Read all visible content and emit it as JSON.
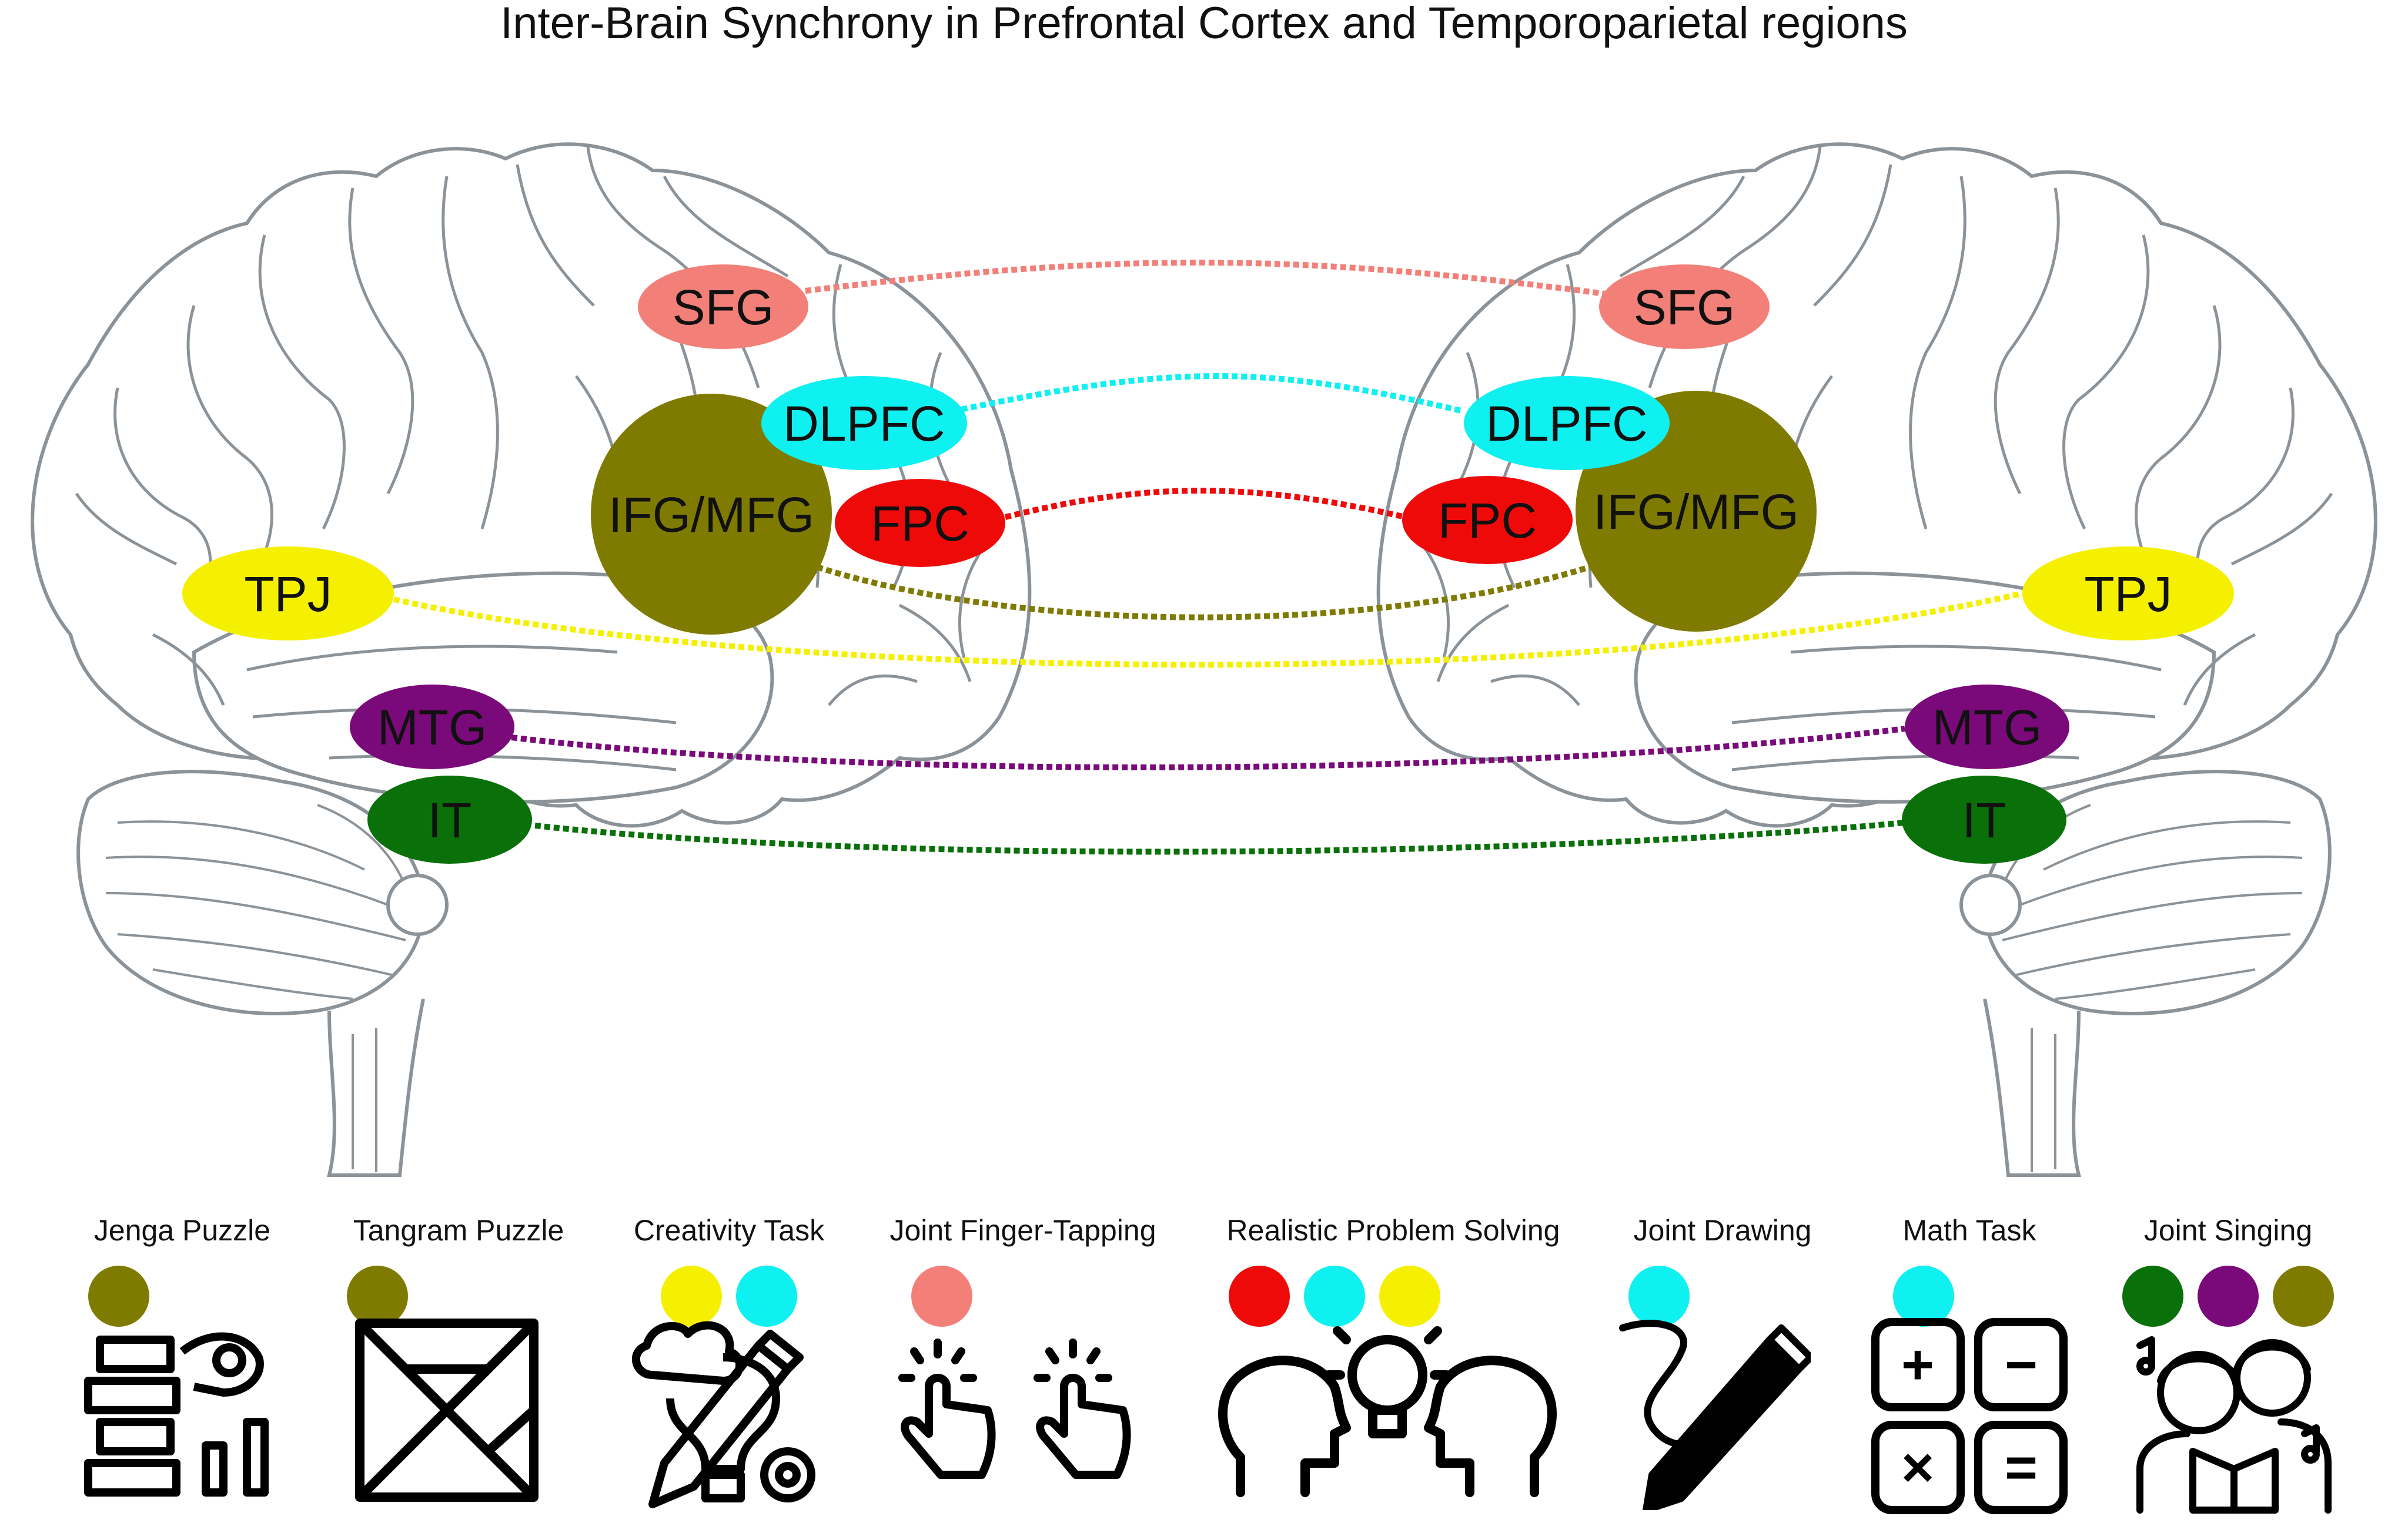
{
  "title": "Inter-Brain Synchrony in Prefrontal Cortex and Temporoparietal regions",
  "colors": {
    "SFG": "#f28079",
    "DLPFC": "#0ff0f0",
    "FPC": "#ef0a0a",
    "IFG_MFG": "#7f7b00",
    "TPJ": "#f5f000",
    "MTG": "#7a0a7a",
    "IT": "#0a700a",
    "brain_outline": "#8b9399"
  },
  "regions": {
    "SFG": "SFG",
    "DLPFC": "DLPFC",
    "FPC": "FPC",
    "IFG_MFG": "IFG/MFG",
    "TPJ": "TPJ",
    "MTG": "MTG",
    "IT": "IT"
  },
  "legend": [
    {
      "label": "Jenga Puzzle",
      "regions": [
        "IFG_MFG"
      ],
      "icon": "jenga-icon"
    },
    {
      "label": "Tangram Puzzle",
      "regions": [
        "IFG_MFG"
      ],
      "icon": "tangram-icon"
    },
    {
      "label": "Creativity Task",
      "regions": [
        "TPJ",
        "DLPFC"
      ],
      "icon": "creativity-icon"
    },
    {
      "label": "Joint Finger-Tapping",
      "regions": [
        "SFG"
      ],
      "icon": "finger-tap-icon"
    },
    {
      "label": "Realistic Problem Solving",
      "regions": [
        "FPC",
        "DLPFC",
        "TPJ"
      ],
      "icon": "problem-solving-icon"
    },
    {
      "label": "Joint Drawing",
      "regions": [
        "DLPFC"
      ],
      "icon": "drawing-icon"
    },
    {
      "label": "Math Task",
      "regions": [
        "DLPFC"
      ],
      "icon": "math-icon"
    },
    {
      "label": "Joint Singing",
      "regions": [
        "IT",
        "MTG",
        "IFG_MFG"
      ],
      "icon": "singing-icon"
    }
  ],
  "math_symbols": [
    "+",
    "−",
    "×",
    "="
  ]
}
